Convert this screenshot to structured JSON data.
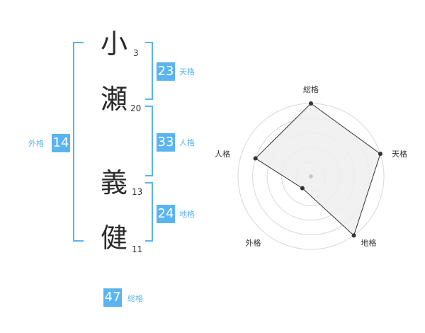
{
  "name": {
    "chars": [
      {
        "char": "小",
        "strokes": "3"
      },
      {
        "char": "瀬",
        "strokes": "20"
      },
      {
        "char": "義",
        "strokes": "13"
      },
      {
        "char": "健",
        "strokes": "11"
      }
    ]
  },
  "kaku": {
    "tenkaku": {
      "value": "23",
      "label": "天格"
    },
    "jinkaku": {
      "value": "33",
      "label": "人格"
    },
    "chikaku": {
      "value": "24",
      "label": "地格"
    },
    "gaikaku": {
      "value": "14",
      "label": "外格"
    },
    "soukaku": {
      "value": "47",
      "label": "総格"
    }
  },
  "colors": {
    "accent": "#5ab4f0",
    "radar_fill": "#eeeeee",
    "radar_line": "#333333",
    "ring": "#d8d8d8"
  },
  "chart_data": {
    "type": "radar",
    "axes": [
      "総格",
      "天格",
      "地格",
      "外格",
      "人格"
    ],
    "values": [
      5,
      5,
      5,
      1,
      4
    ],
    "max": 5
  }
}
